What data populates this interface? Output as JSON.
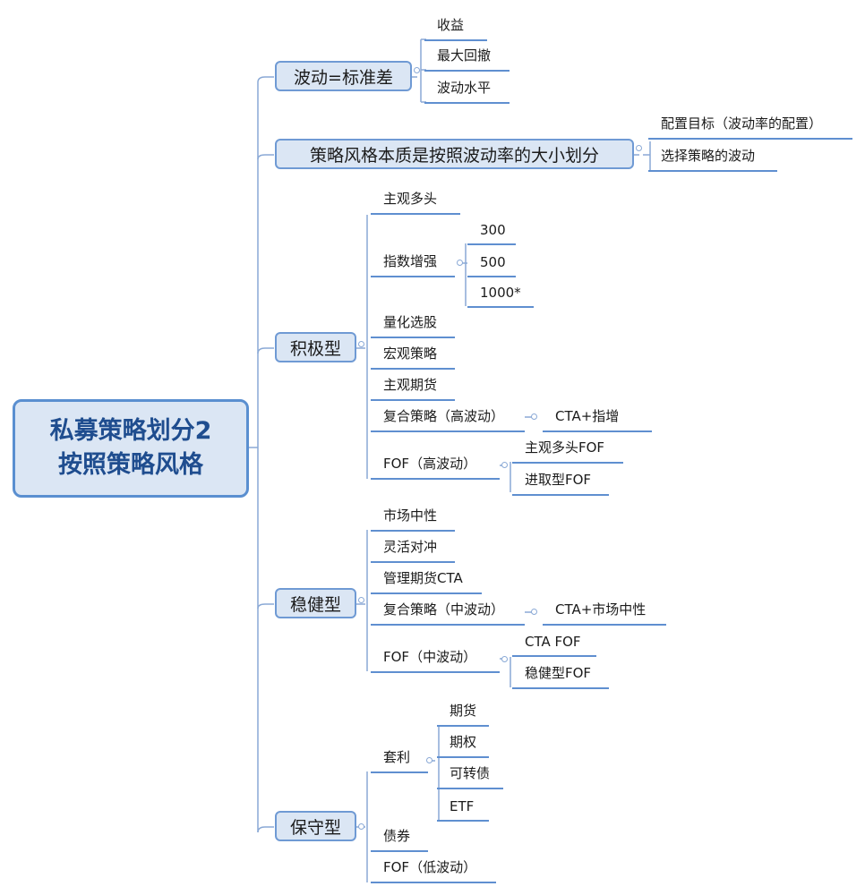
{
  "root": {
    "line1": "私募策略划分2",
    "line2": "按照策略风格"
  },
  "nodes": {
    "vol": "波动=标准差",
    "vol_children": [
      "收益",
      "最大回撤",
      "波动水平"
    ],
    "style": "策略风格本质是按照波动率的大小划分",
    "style_children": [
      "配置目标（波动率的配置）",
      "选择策略的波动"
    ],
    "aggressive": "积极型",
    "aggressive_children": {
      "subjective_long": "主观多头",
      "index_enhance": "指数增强",
      "index_children": [
        "300",
        "500",
        "1000*"
      ],
      "quant": "量化选股",
      "macro": "宏观策略",
      "subjective_futures": "主观期货",
      "composite_high": "复合策略（高波动）",
      "composite_high_child": "CTA+指增",
      "fof_high": "FOF（高波动）",
      "fof_high_children": [
        "主观多头FOF",
        "进取型FOF"
      ]
    },
    "steady": "稳健型",
    "steady_children": {
      "market_neutral": "市场中性",
      "flexible_hedge": "灵活对冲",
      "managed_futures": "管理期货CTA",
      "composite_mid": "复合策略（中波动）",
      "composite_mid_child": "CTA+市场中性",
      "fof_mid": "FOF（中波动）",
      "fof_mid_children": [
        "CTA FOF",
        "稳健型FOF"
      ]
    },
    "conservative": "保守型",
    "conservative_children": {
      "arbitrage": "套利",
      "arbitrage_children": [
        "期货",
        "期权",
        "可转债",
        "ETF"
      ],
      "bonds": "债券",
      "fof_low": "FOF（低波动）"
    }
  },
  "colors": {
    "node_fill": "#dbe6f4",
    "node_border": "#6f9ad4",
    "root_border": "#5a8fd0",
    "root_text": "#1f4d8f",
    "leaf_underline": "#5f8fd0",
    "connector": "#8aa9d6"
  }
}
